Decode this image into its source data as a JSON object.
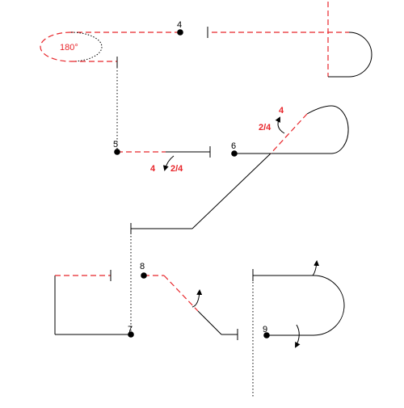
{
  "colors": {
    "line": "#000000",
    "highlight": "#e8262b",
    "background": "#ffffff"
  },
  "nodes": [
    {
      "id": "node-4",
      "label": "4"
    },
    {
      "id": "node-5",
      "label": "5"
    },
    {
      "id": "node-6",
      "label": "6"
    },
    {
      "id": "node-7",
      "label": "7"
    },
    {
      "id": "node-8",
      "label": "8"
    },
    {
      "id": "node-9",
      "label": "9"
    }
  ],
  "annotations": {
    "turn_angle": "180°",
    "fig5_full": "4",
    "fig5_fraction": "2/4",
    "fig6_full": "4",
    "fig6_fraction": "2/4"
  }
}
